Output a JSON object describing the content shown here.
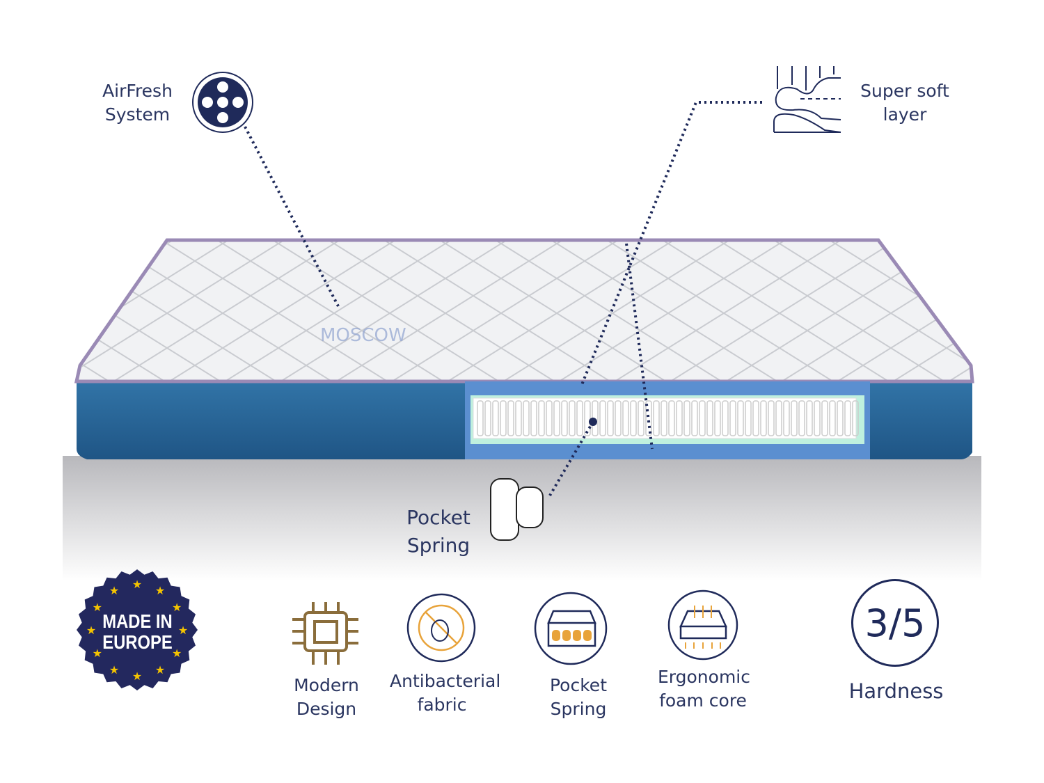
{
  "callouts": {
    "airfresh": "AirFresh System",
    "super_soft": "Super soft layer",
    "pocket_spring": "Pocket Spring"
  },
  "badge": {
    "text": "MADE IN EUROPE"
  },
  "features": [
    {
      "label": "Modern Design",
      "icon": "chip-icon"
    },
    {
      "label": "Antibacterial fabric",
      "icon": "no-bug-icon"
    },
    {
      "label": "Pocket Spring",
      "icon": "spring-mattress-icon"
    },
    {
      "label": "Ergonomic foam core",
      "icon": "foam-core-icon"
    }
  ],
  "hardness": {
    "value": "3/5",
    "label": "Hardness",
    "level": 0.6
  },
  "colors": {
    "navy": "#1f2a5a",
    "gold": "#e8a33a",
    "mattress_side": "#2c6a9c",
    "piping": "#9a8ab5"
  }
}
